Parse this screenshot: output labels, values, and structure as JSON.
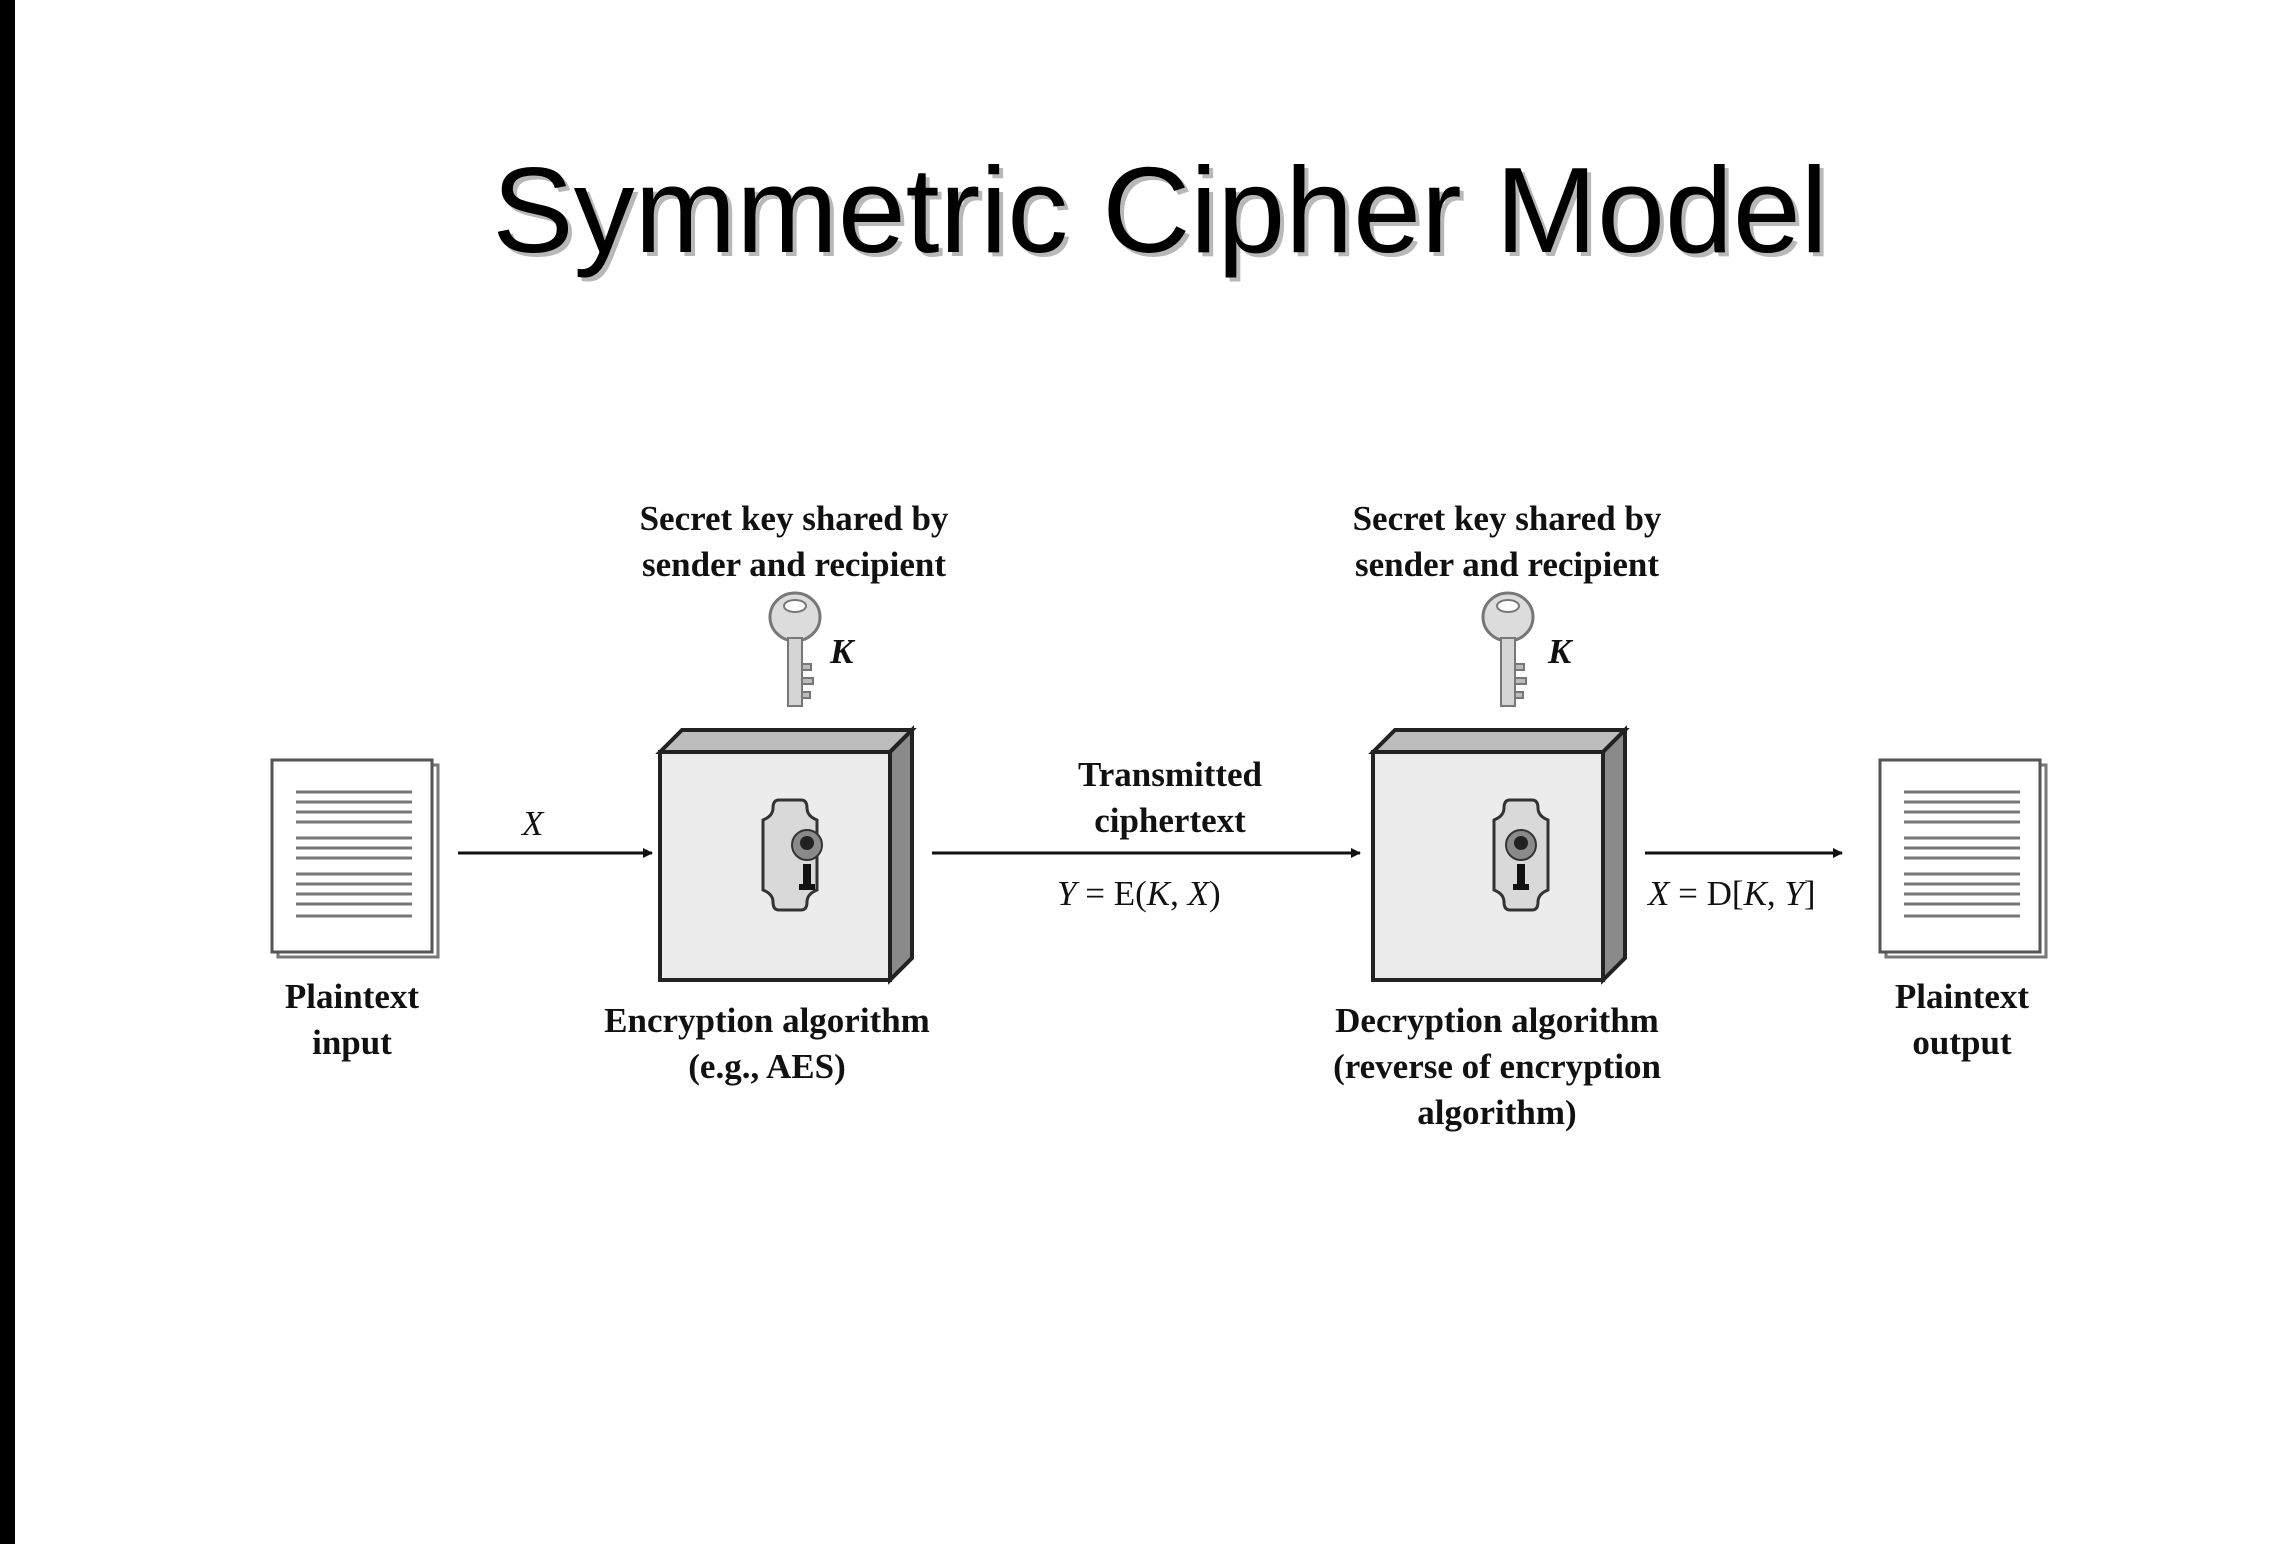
{
  "title": "Symmetric Cipher Model",
  "plaintext_input": {
    "line1": "Plaintext",
    "line2": "input"
  },
  "plaintext_output": {
    "line1": "Plaintext",
    "line2": "output"
  },
  "key_left": {
    "line1": "Secret key shared by",
    "line2": "sender and recipient",
    "symbol": "K"
  },
  "key_right": {
    "line1": "Secret key shared by",
    "line2": "sender and recipient",
    "symbol": "K"
  },
  "encryption": {
    "line1": "Encryption algorithm",
    "line2": "(e.g., AES)"
  },
  "decryption": {
    "line1": "Decryption algorithm",
    "line2": "(reverse of encryption",
    "line3": "algorithm)"
  },
  "transmitted": {
    "line1": "Transmitted",
    "line2": "ciphertext"
  },
  "x_label": "X",
  "y_formula": {
    "lhs": "Y",
    "eq": " = E(",
    "k": "K",
    "sep": ", ",
    "x": "X",
    "close": ")"
  },
  "x_formula": {
    "lhs": "X",
    "eq": " = D[",
    "k": "K",
    "sep": ", ",
    "y": "Y",
    "close": "]"
  }
}
